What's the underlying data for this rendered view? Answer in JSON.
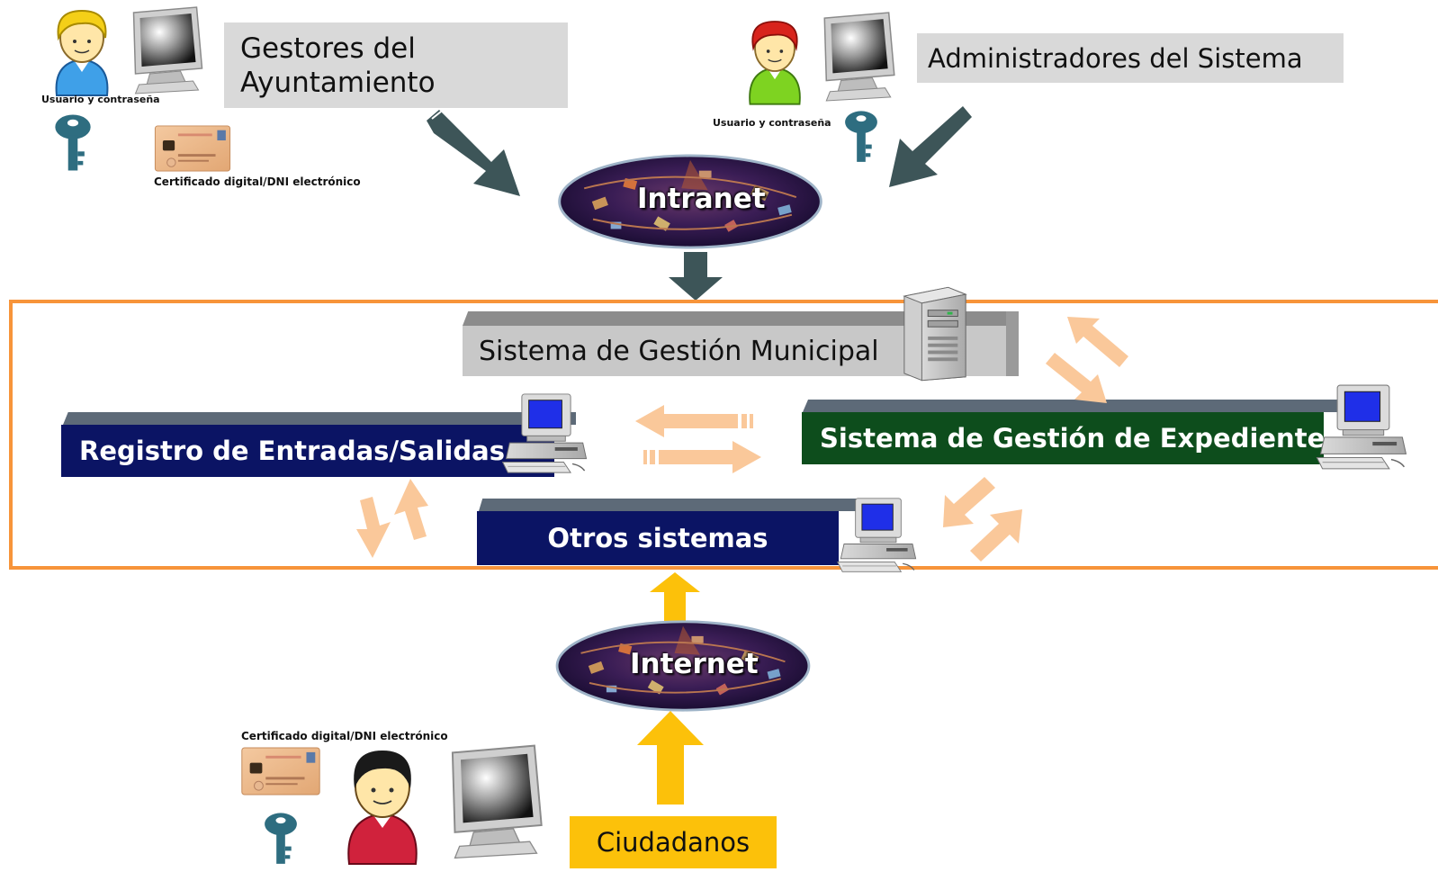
{
  "gestores": {
    "title": "Gestores del\nAyuntamiento",
    "user_pass": "Usuario y contraseña",
    "cert": "Certificado digital/DNI electrónico"
  },
  "admins": {
    "title": "Administradores del Sistema",
    "user_pass": "Usuario y contraseña"
  },
  "intranet": {
    "label": "Intranet"
  },
  "internet": {
    "label": "Internet"
  },
  "systems": {
    "municipal": "Sistema de Gestión Municipal",
    "registro": "Registro de Entradas/Salidas",
    "expedientes": "Sistema de Gestión de Expedientes",
    "otros": "Otros sistemas"
  },
  "ciudadanos": {
    "title": "Ciudadanos",
    "cert": "Certificado digital/DNI electrónico"
  },
  "colors": {
    "frame": "#f7943a",
    "navy": "#0b1464",
    "green": "#0d4d1c",
    "gray_box": "#c8c8c8",
    "label_gray": "#d9d9d9",
    "yellow": "#fcc10a",
    "arrow_dark": "#3d5558",
    "arrow_peach": "#fac89a"
  },
  "icons": [
    "user-blue-icon",
    "user-green-icon",
    "user-red-icon",
    "monitor-icon",
    "key-icon",
    "id-card-icon",
    "server-icon",
    "desktop-computer-icon",
    "globe-icon"
  ]
}
